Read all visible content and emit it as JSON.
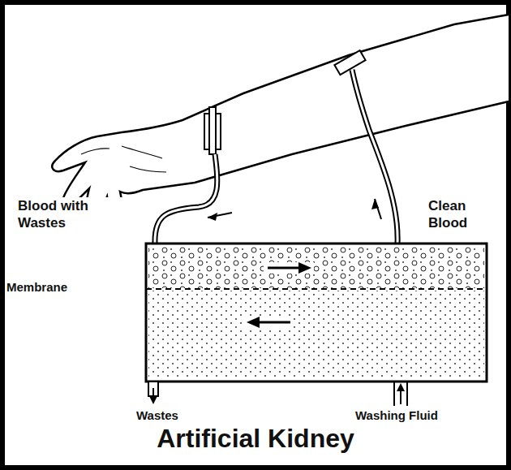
{
  "diagram": {
    "title": "Artificial Kidney",
    "labels": [
      "Blood with Wastes",
      "Clean Blood",
      "Membrane",
      "Wastes",
      "Washing Fluid"
    ]
  }
}
